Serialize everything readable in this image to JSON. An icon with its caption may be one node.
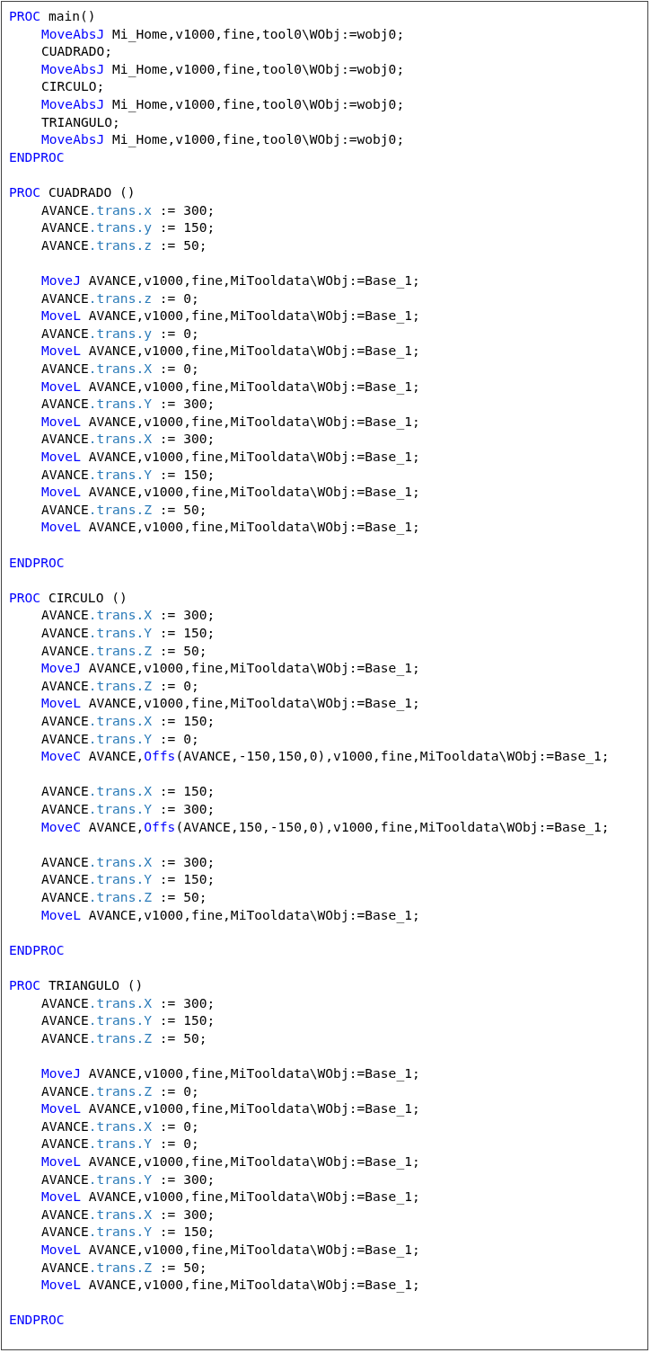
{
  "diagram": {
    "labels": [
      "PROC main()",
      "MoveAbsJ Mi_Home,v1000,fine,tool0\\WObj:=wobj0;",
      "CUADRADO;",
      "MoveAbsJ Mi_Home,v1000,fine,tool0\\WObj:=wobj0;",
      "CIRCULO;",
      "MoveAbsJ Mi_Home,v1000,fine,tool0\\WObj:=wobj0;",
      "TRIANGULO;",
      "MoveAbsJ Mi_Home,v1000,fine,tool0\\WObj:=wobj0;",
      "ENDPROC",
      "PROC CUADRADO ()",
      "AVANCE.trans.x := 300;",
      "AVANCE.trans.y := 150;",
      "AVANCE.trans.z := 50;",
      "MoveJ AVANCE,v1000,fine,MiTooldata\\WObj:=Base_1;",
      "AVANCE.trans.z := 0;",
      "MoveL AVANCE,v1000,fine,MiTooldata\\WObj:=Base_1;",
      "AVANCE.trans.y := 0;",
      "MoveL AVANCE,v1000,fine,MiTooldata\\WObj:=Base_1;",
      "AVANCE.trans.X := 0;",
      "MoveL AVANCE,v1000,fine,MiTooldata\\WObj:=Base_1;",
      "AVANCE.trans.Y := 300;",
      "MoveL AVANCE,v1000,fine,MiTooldata\\WObj:=Base_1;",
      "AVANCE.trans.X := 300;",
      "MoveL AVANCE,v1000,fine,MiTooldata\\WObj:=Base_1;",
      "AVANCE.trans.Y := 150;",
      "MoveL AVANCE,v1000,fine,MiTooldata\\WObj:=Base_1;",
      "AVANCE.trans.Z := 50;",
      "MoveL AVANCE,v1000,fine,MiTooldata\\WObj:=Base_1;",
      "ENDPROC",
      "PROC CIRCULO ()",
      "AVANCE.trans.X := 300;",
      "AVANCE.trans.Y := 150;",
      "AVANCE.trans.Z := 50;",
      "MoveJ AVANCE,v1000,fine,MiTooldata\\WObj:=Base_1;",
      "AVANCE.trans.Z := 0;",
      "MoveL AVANCE,v1000,fine,MiTooldata\\WObj:=Base_1;",
      "AVANCE.trans.X := 150;",
      "AVANCE.trans.Y := 0;",
      "MoveC AVANCE,Offs(AVANCE,-150,150,0),v1000,fine,MiTooldata\\WObj:=Base_1;",
      "AVANCE.trans.X := 150;",
      "AVANCE.trans.Y := 300;",
      "MoveC AVANCE,Offs(AVANCE,150,-150,0),v1000,fine,MiTooldata\\WObj:=Base_1;",
      "AVANCE.trans.X := 300;",
      "AVANCE.trans.Y := 150;",
      "AVANCE.trans.Z := 50;",
      "MoveL AVANCE,v1000,fine,MiTooldata\\WObj:=Base_1;",
      "ENDPROC",
      "PROC TRIANGULO ()",
      "AVANCE.trans.X := 300;",
      "AVANCE.trans.Y := 150;",
      "AVANCE.trans.Z := 50;",
      "MoveJ AVANCE,v1000,fine,MiTooldata\\WObj:=Base_1;",
      "AVANCE.trans.Z := 0;",
      "MoveL AVANCE,v1000,fine,MiTooldata\\WObj:=Base_1;",
      "AVANCE.trans.X := 0;",
      "AVANCE.trans.Y := 0;",
      "MoveL AVANCE,v1000,fine,MiTooldata\\WObj:=Base_1;",
      "AVANCE.trans.Y := 300;",
      "MoveL AVANCE,v1000,fine,MiTooldata\\WObj:=Base_1;",
      "AVANCE.trans.X := 300;",
      "AVANCE.trans.Y := 150;",
      "MoveL AVANCE,v1000,fine,MiTooldata\\WObj:=Base_1;",
      "AVANCE.trans.Z := 50;",
      "MoveL AVANCE,v1000,fine,MiTooldata\\WObj:=Base_1;",
      "ENDPROC"
    ]
  }
}
